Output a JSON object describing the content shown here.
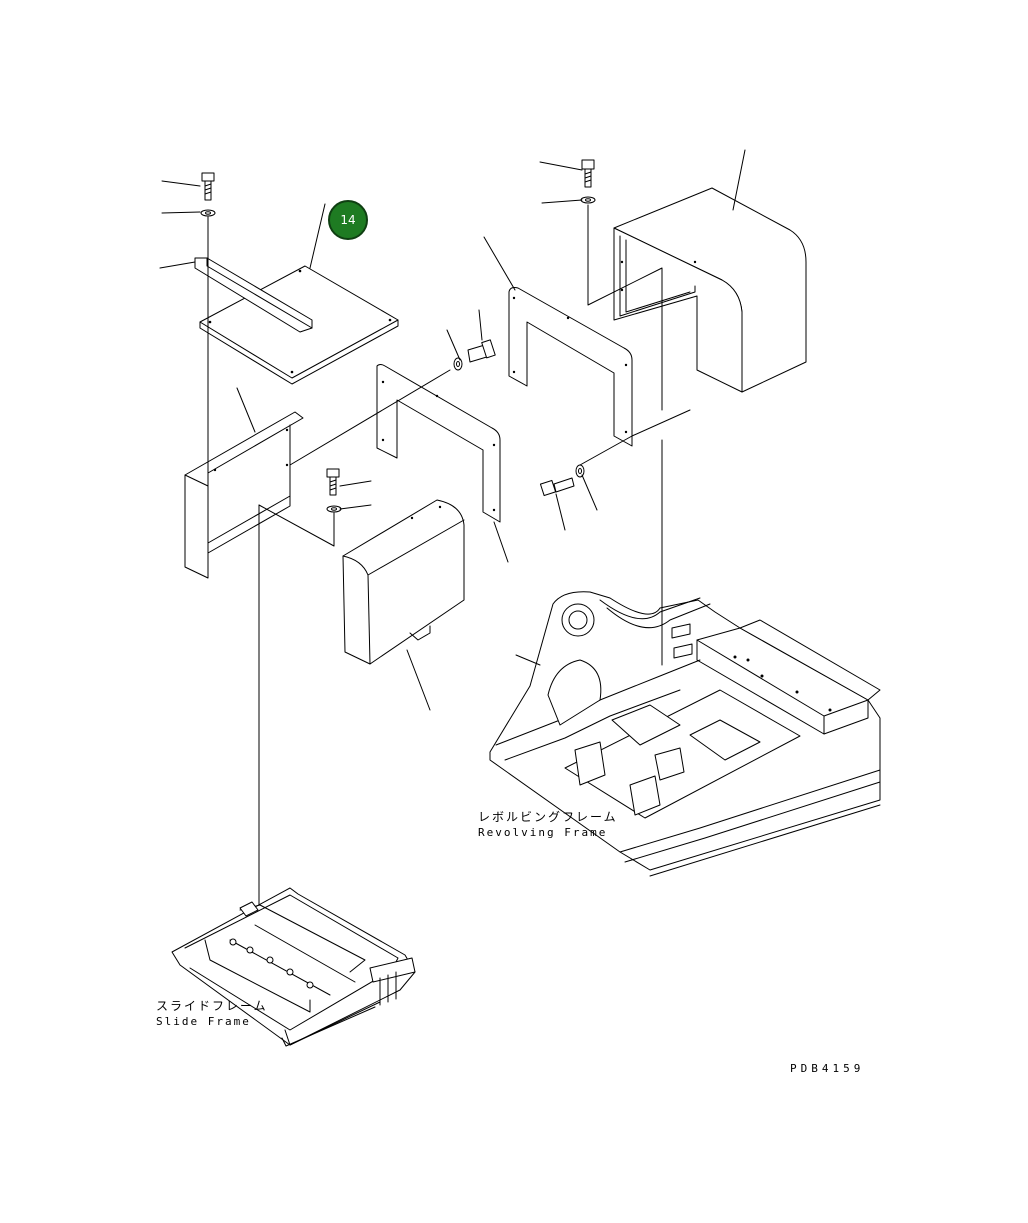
{
  "callout": {
    "number": "14",
    "color": "#1e7b22"
  },
  "labels": {
    "revolving_frame_jp": "レボルビングフレーム",
    "revolving_frame_en": "Revolving Frame",
    "slide_frame_jp": "スライドフレーム",
    "slide_frame_en": "Slide Frame",
    "drawing_number": "PDB4159"
  }
}
